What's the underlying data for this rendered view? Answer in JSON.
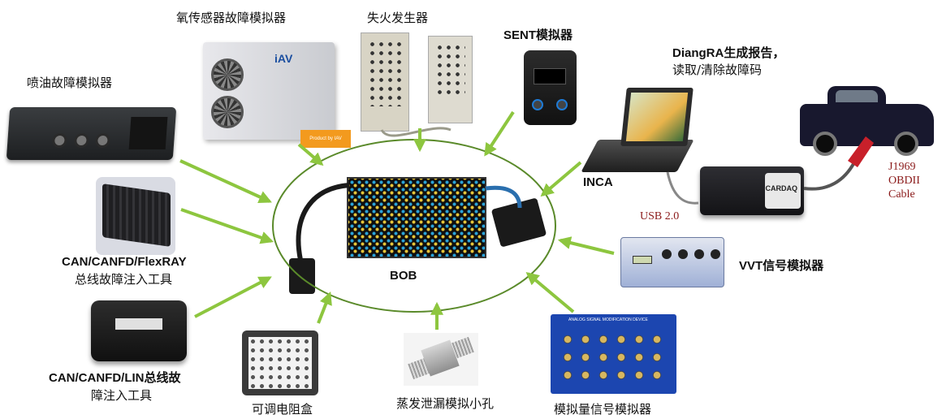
{
  "labels": {
    "o2": "氧传感器故障模拟器",
    "misfire": "失火发生器",
    "sent": "SENT模拟器",
    "diagra_line1": "DiangRA生成报告，",
    "diagra_line2": "读取/清除故障码",
    "injector": "喷油故障模拟器",
    "inca": "INCA",
    "usb": "USB 2.0",
    "j1969_line1": "J1969",
    "j1969_line2": "OBDII",
    "j1969_line3": "Cable",
    "flexray_line1": "CAN/CANFD/FlexRAY",
    "flexray_line2": "总线故障注入工具",
    "bob": "BOB",
    "vvt": "VVT信号模拟器",
    "lin_line1": "CAN/CANFD/LIN总线故",
    "lin_line2": "障注入工具",
    "resistor": "可调电阻盒",
    "evap": "蒸发泄漏模拟小孔",
    "analog": "模拟量信号模拟器"
  },
  "device_text": {
    "iav_logo": "iAV",
    "iav_tag": "Product by IAV",
    "cardaq": "CARDAQ",
    "asm_title": "ANALOG SIGNAL MODIFICATION DEVICE"
  },
  "colors": {
    "arrow": "#8dc63f",
    "ellipse": "#5a8a2a",
    "red_label": "#8b1a1a"
  }
}
